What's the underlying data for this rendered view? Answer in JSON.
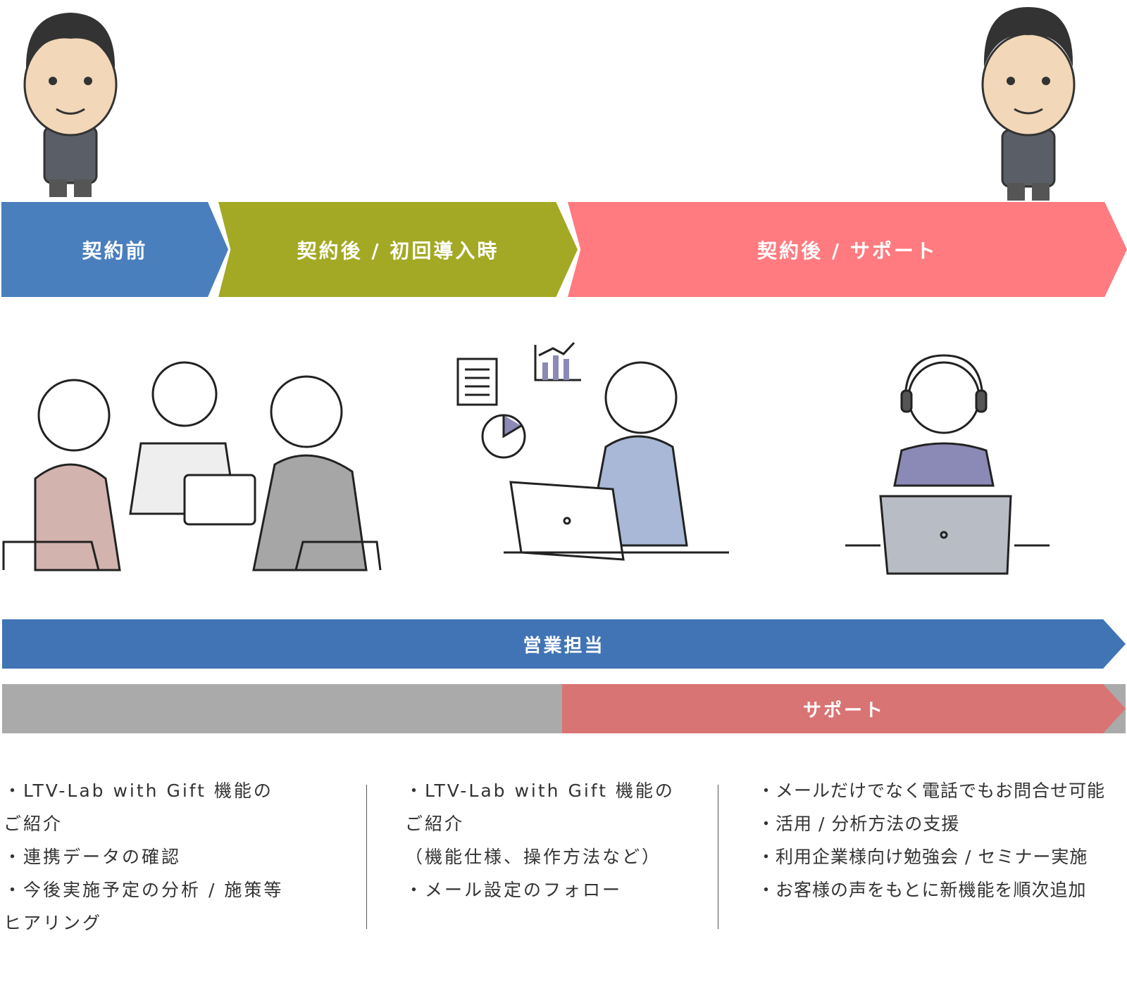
{
  "phases": [
    {
      "label": "契約前",
      "color": "#4a7fbd"
    },
    {
      "label": "契約後 / 初回導入時",
      "color": "#a3a924"
    },
    {
      "label": "契約後 / サポート",
      "color": "#ff7b80"
    }
  ],
  "roles": {
    "sales": {
      "label": "営業担当",
      "color": "#4174b4"
    },
    "support": {
      "label": "サポート",
      "color": "#d97474"
    }
  },
  "columns": [
    {
      "lines": [
        "・LTV-Lab with Gift 機能の",
        "ご紹介",
        "・連携データの確認",
        "・今後実施予定の分析 / 施策等",
        "ヒアリング"
      ]
    },
    {
      "lines": [
        "・LTV-Lab with Gift 機能の",
        "ご紹介",
        "（機能仕様、操作方法など）",
        "・メール設定のフォロー"
      ]
    },
    {
      "lines": [
        "・メールだけでなく電話でもお問合せ可能",
        "・活用 / 分析方法の支援",
        "・利用企業様向け勉強会 / セミナー実施",
        "・お客様の声をもとに新機能を順次追加"
      ]
    }
  ]
}
